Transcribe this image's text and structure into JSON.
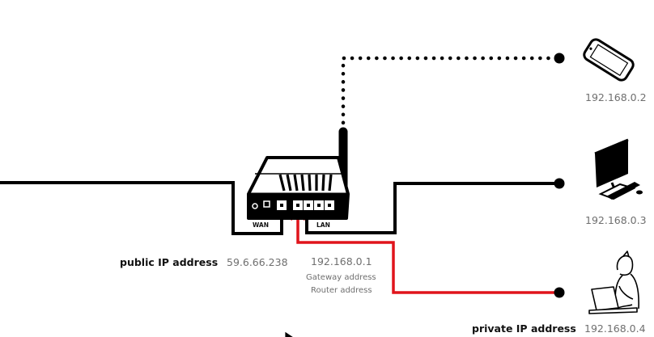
{
  "router": {
    "wan_label": "WAN",
    "lan_label": "LAN",
    "gateway_ip": "192.168.0.1",
    "gateway_caption": "Gateway address",
    "router_caption": "Router address"
  },
  "public": {
    "label": "public IP address",
    "ip": "59.6.66.238"
  },
  "private": {
    "label": "private IP address"
  },
  "devices": [
    {
      "name": "phone",
      "icon": "smartphone-icon",
      "ip": "192.168.0.2",
      "connection": "wireless"
    },
    {
      "name": "desktop",
      "icon": "desktop-computer-icon",
      "ip": "192.168.0.3",
      "connection": "wired"
    },
    {
      "name": "laptop-user",
      "icon": "person-laptop-icon",
      "ip": "192.168.0.4",
      "connection": "wired-highlighted"
    }
  ],
  "colors": {
    "line": "#000000",
    "highlight": "#e0141b",
    "text": "#6f6f6f"
  }
}
